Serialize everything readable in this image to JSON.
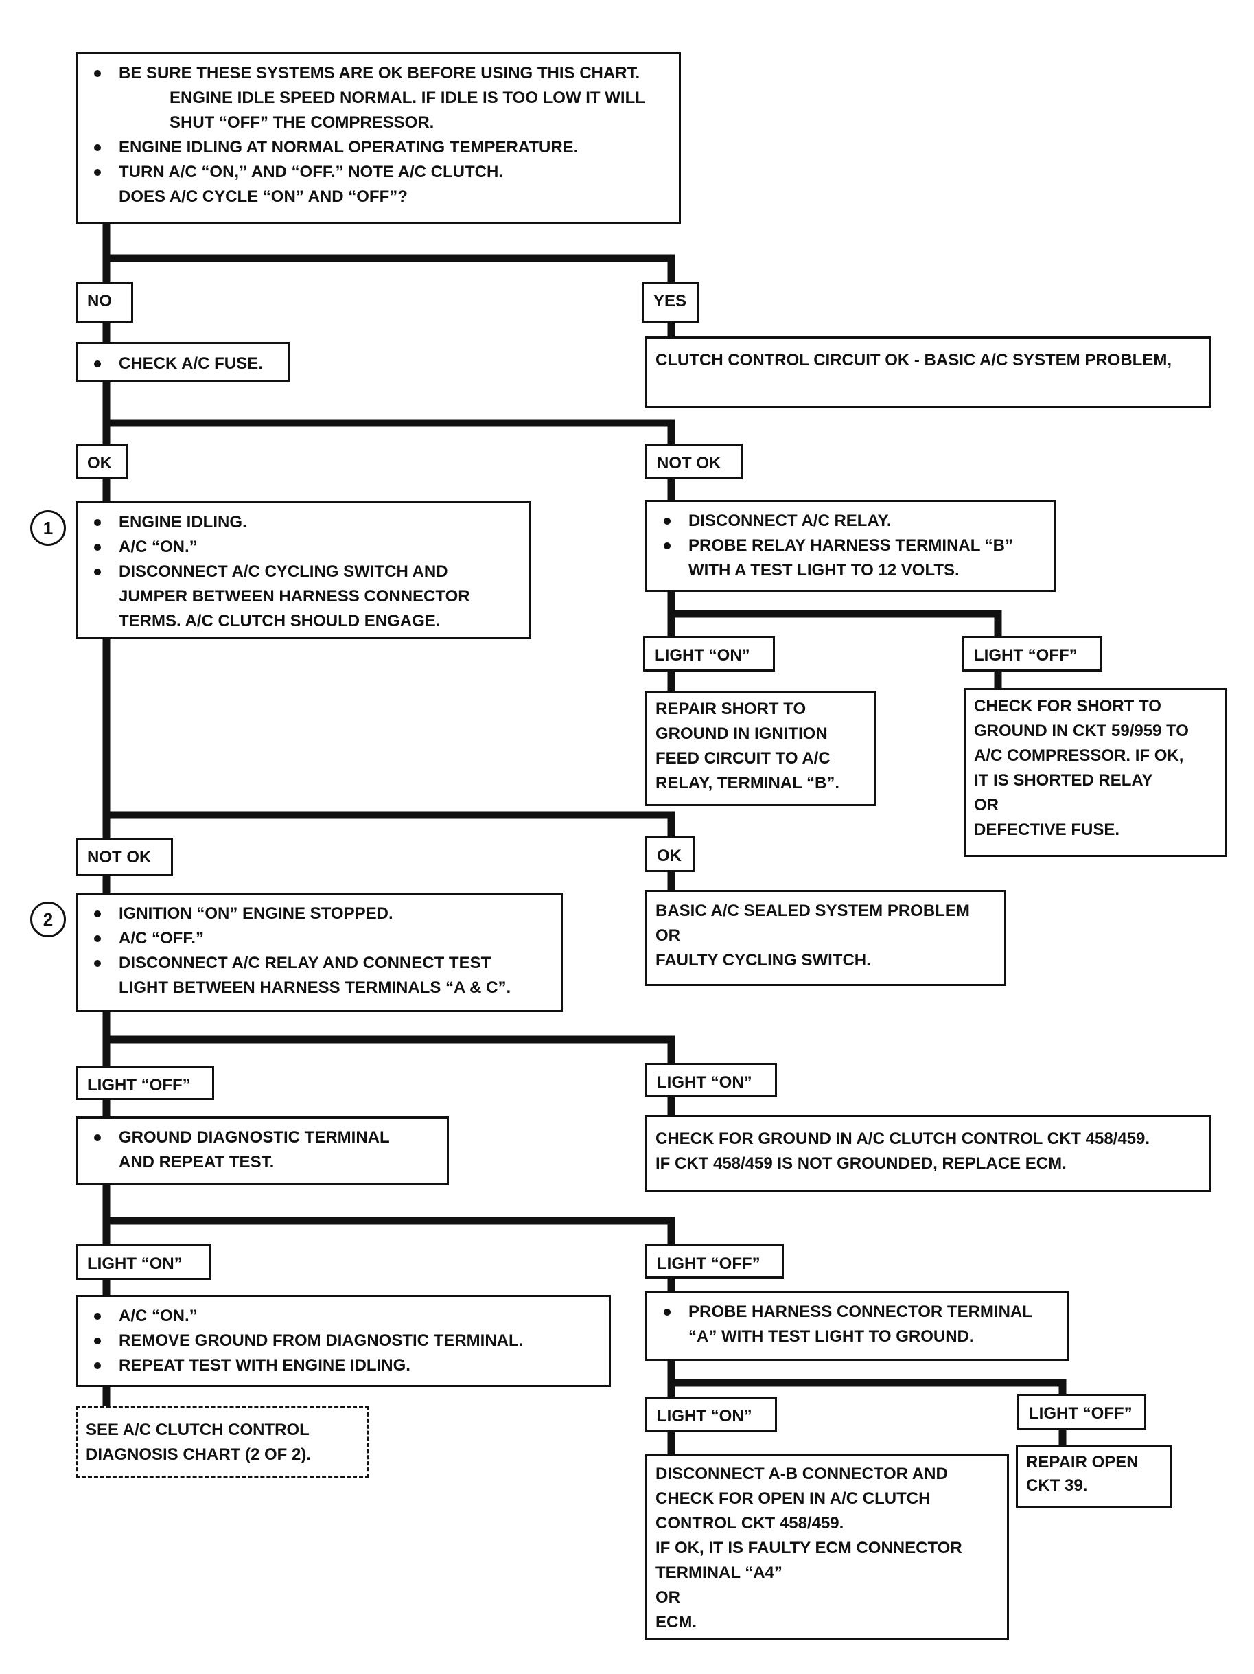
{
  "start": {
    "items": [
      {
        "lines": [
          "BE SURE THESE SYSTEMS ARE OK BEFORE USING THIS CHART."
        ]
      },
      {
        "indented": [
          "ENGINE IDLE SPEED NORMAL.  IF IDLE IS TOO LOW IT WILL",
          "SHUT “OFF” THE COMPRESSOR."
        ]
      },
      {
        "lines": [
          "ENGINE IDLING AT NORMAL OPERATING TEMPERATURE."
        ]
      },
      {
        "lines": [
          "TURN A/C “ON,” AND “OFF.”  NOTE A/C CLUTCH.",
          "DOES A/C CYCLE “ON” AND “OFF”?"
        ]
      }
    ]
  },
  "labels": {
    "no": "NO",
    "yes": "YES",
    "ok_1": "OK",
    "not_ok_1": "NOT OK",
    "relay_light_on": "LIGHT “ON”",
    "relay_light_off": "LIGHT “OFF”",
    "not_ok_2": "NOT OK",
    "ok_2": "OK",
    "step2_light_off": "LIGHT “OFF”",
    "step2_light_on": "LIGHT “ON”",
    "ground_light_on": "LIGHT “ON”",
    "ground_light_off": "LIGHT “OFF”",
    "probe_light_on": "LIGHT “ON”",
    "probe_light_off": "LIGHT “OFF”"
  },
  "steps": {
    "one": "1",
    "two": "2"
  },
  "boxes": {
    "check_fuse": [
      "CHECK A/C FUSE."
    ],
    "clutch_ok": [
      "CLUTCH CONTROL CIRCUIT OK - BASIC A/C SYSTEM PROBLEM,"
    ],
    "step1": [
      [
        "ENGINE IDLING."
      ],
      [
        "A/C “ON.”"
      ],
      [
        "DISCONNECT A/C CYCLING SWITCH AND",
        "JUMPER BETWEEN HARNESS CONNECTOR",
        "TERMS.  A/C CLUTCH SHOULD ENGAGE."
      ]
    ],
    "relay": [
      [
        "DISCONNECT A/C RELAY."
      ],
      [
        "PROBE RELAY HARNESS TERMINAL “B”",
        "WITH A TEST LIGHT TO 12  VOLTS."
      ]
    ],
    "repair_short": [
      "REPAIR SHORT TO",
      "GROUND IN IGNITION",
      "FEED CIRCUIT TO A/C",
      "RELAY, TERMINAL “B”."
    ],
    "check_short": [
      "CHECK FOR SHORT TO",
      "GROUND IN CKT 59/959 TO",
      "A/C COMPRESSOR.  IF OK,",
      "IT IS SHORTED RELAY",
      "OR",
      "DEFECTIVE FUSE."
    ],
    "sealed": [
      "BASIC A/C SEALED SYSTEM PROBLEM",
      "OR",
      "FAULTY CYCLING SWITCH."
    ],
    "step2": [
      [
        "IGNITION “ON” ENGINE STOPPED."
      ],
      [
        "A/C “OFF.”"
      ],
      [
        "DISCONNECT A/C RELAY AND CONNECT TEST",
        "LIGHT BETWEEN HARNESS TERMINALS “A & C”."
      ]
    ],
    "ground_diag": [
      [
        "GROUND DIAGNOSTIC TERMINAL",
        "AND REPEAT TEST."
      ]
    ],
    "check_ground": [
      "CHECK FOR GROUND IN A/C CLUTCH CONTROL CKT 458/459.",
      "IF CKT 458/459 IS NOT GROUNDED, REPLACE ECM."
    ],
    "remove_ground": [
      [
        "A/C “ON.”"
      ],
      [
        "REMOVE GROUND FROM DIAGNOSTIC TERMINAL."
      ],
      [
        "REPEAT TEST WITH ENGINE IDLING."
      ]
    ],
    "probe": [
      [
        "PROBE HARNESS CONNECTOR TERMINAL",
        "“A” WITH TEST LIGHT TO GROUND."
      ]
    ],
    "see_chart": [
      "SEE A/C CLUTCH CONTROL",
      "DIAGNOSIS CHART (2 OF 2)."
    ],
    "disconnect_ab": [
      "DISCONNECT A-B CONNECTOR AND",
      "CHECK FOR OPEN IN A/C CLUTCH",
      "CONTROL CKT 458/459.",
      "IF OK, IT IS FAULTY ECM CONNECTOR",
      "TERMINAL “A4”",
      "OR",
      "ECM."
    ],
    "repair_open": [
      "REPAIR OPEN",
      "CKT 39."
    ]
  }
}
